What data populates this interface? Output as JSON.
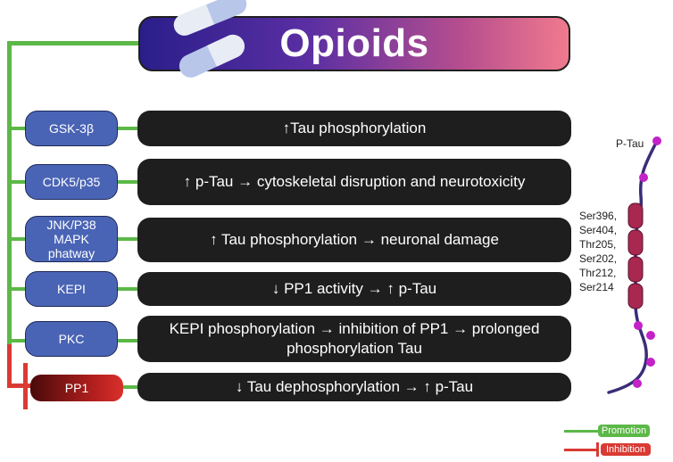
{
  "title": "Opioids",
  "rows": [
    {
      "pathway": "GSK-3β",
      "effect": "↑Tau phosphorylation"
    },
    {
      "pathway": "CDK5/p35",
      "effect": "↑ p-Tau → cytoskeletal disruption and neurotoxicity"
    },
    {
      "pathway": "JNK/P38 MAPK phatway",
      "effect": "↑ Tau phosphorylation → neuronal damage"
    },
    {
      "pathway": "KEPI",
      "effect": "↓ PP1 activity → ↑ p-Tau"
    },
    {
      "pathway": "PKC",
      "effect": "KEPI phosphorylation → inhibition of PP1 → prolonged phosphorylation Tau"
    },
    {
      "pathway": "PP1",
      "effect": "↓ Tau dephosphorylation → ↑ p-Tau"
    }
  ],
  "ptau": {
    "label": "P-Tau",
    "sites": [
      "Ser396,",
      "Ser404,",
      "Thr205,",
      "Ser202,",
      "Thr212,",
      "Ser214"
    ]
  },
  "legend": {
    "promotion": "Promotion",
    "inhibition": "Inhibition"
  },
  "colors": {
    "promotion": "#5cb847",
    "inhibition": "#d93a33",
    "pathway_pill": "#4a64b5",
    "effect_box": "#1e1e1e",
    "tau_segment": "#a8284f",
    "tau_dot": "#c322c8",
    "tau_strand": "#3a2d78"
  }
}
